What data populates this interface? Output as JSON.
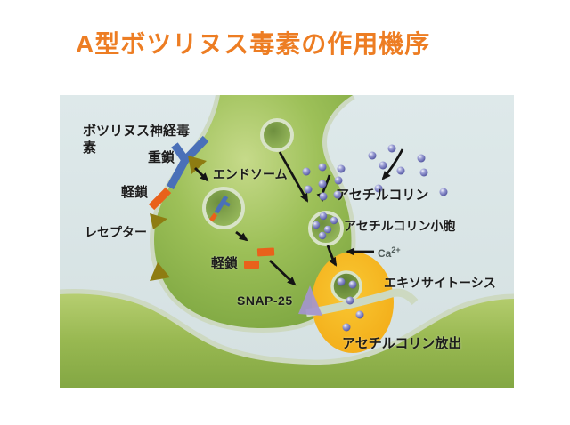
{
  "title": "A型ボツリヌス毒素の作用機序",
  "diagram": {
    "labels": {
      "toxin": "ボツリヌス神経毒素",
      "heavy_chain": "重鎖",
      "light_chain": "軽鎖",
      "receptor": "レセプター",
      "endosome": "エンドソーム",
      "acetylcholine": "アセチルコリン",
      "ach_vesicle": "アセチルコリン小胞",
      "calcium_base": "Ca",
      "calcium_sup": "2+",
      "exocytosis": "エキソサイトーシス",
      "snap25": "SNAP-25",
      "light_chain_cleaved": "軽鎖",
      "ach_release": "アセチルコリン放出"
    },
    "colors": {
      "title_text": "#ED7D23",
      "label_text": "#1C1C1C",
      "toxin_heavy_chain_blue": "#4A70B8",
      "toxin_light_chain_orange": "#E9611B",
      "receptor_olive": "#8E7C12",
      "acetylcholine_sphere_purple": "#7A7DC0",
      "exocytosis_zone_orange": "#F5B322",
      "snap25_triangle_purple": "#A495CE",
      "nerve_terminal_green": "#9DC058",
      "muscle_green": "#9ABA55",
      "synaptic_cleft_bluegray": "#DCE7E8",
      "membrane_pale": "#CDD9C1",
      "arrow_black": "#141414"
    }
  }
}
